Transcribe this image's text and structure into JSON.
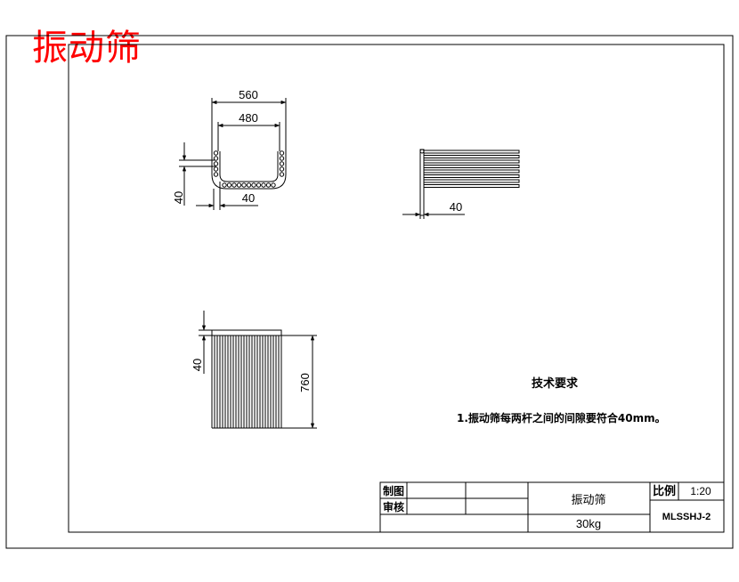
{
  "title": "振动筛",
  "colors": {
    "title": "#ff0000",
    "line": "#000000",
    "background": "#ffffff"
  },
  "dims": {
    "top_outer": "560",
    "top_inner": "480",
    "left_vertical": "40",
    "left_bottom": "40",
    "side_bottom": "40",
    "front_top": "40",
    "front_height": "760"
  },
  "notes": {
    "heading": "技术要求",
    "item1": "1.振动筛每两杆之间的间隙要符合40mm。"
  },
  "title_block": {
    "drawn_label": "制图",
    "check_label": "审核",
    "name": "振动筛",
    "weight": "30kg",
    "scale_label": "比例",
    "scale_value": "1:20",
    "drawing_no": "MLSSHJ-2"
  }
}
